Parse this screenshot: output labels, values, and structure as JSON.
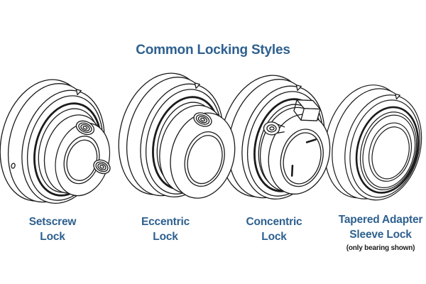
{
  "title": "Common Locking Styles",
  "colors": {
    "accent_blue": "#2e608f",
    "line_color": "#1b1b1b",
    "background": "#ffffff"
  },
  "bearings": [
    {
      "id": "setscrew-lock",
      "label_line1": "Setscrew",
      "label_line2": "Lock"
    },
    {
      "id": "eccentric-lock",
      "label_line1": "Eccentric",
      "label_line2": "Lock"
    },
    {
      "id": "concentric-lock",
      "label_line1": "Concentric",
      "label_line2": "Lock"
    },
    {
      "id": "tapered-adapter-sleeve-lock",
      "label_line1": "Tapered Adapter",
      "label_line2": "Sleeve Lock",
      "note": "(only bearing shown)"
    }
  ]
}
